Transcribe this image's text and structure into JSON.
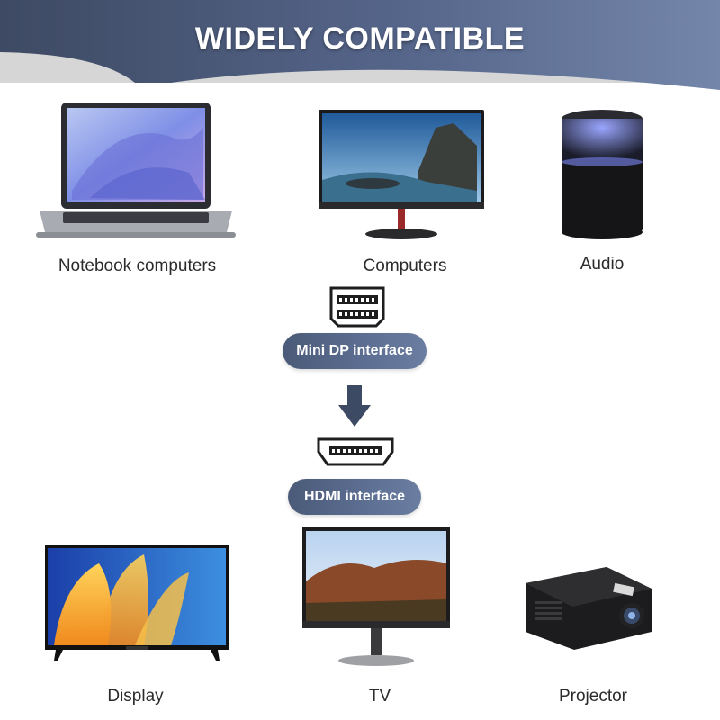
{
  "header": {
    "title": "WIDELY COMPATIBLE"
  },
  "sources": [
    {
      "label": "Notebook computers",
      "icon": "laptop-icon"
    },
    {
      "label": "Computers",
      "icon": "monitor-icon"
    },
    {
      "label": "Audio",
      "icon": "speaker-icon"
    }
  ],
  "interfaces": {
    "input_label": "Mini DP interface",
    "output_label": "HDMI interface"
  },
  "targets": [
    {
      "label": "Display",
      "icon": "tv-display-icon"
    },
    {
      "label": "TV",
      "icon": "monitor-tv-icon"
    },
    {
      "label": "Projector",
      "icon": "projector-icon"
    }
  ],
  "colors": {
    "header_dark": "#4e5d7c",
    "header_light": "#d9d9d9",
    "pill": "#56688c",
    "arrow": "#3d4a63"
  }
}
